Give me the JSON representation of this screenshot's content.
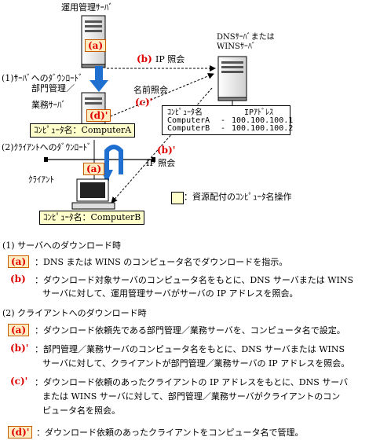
{
  "diagram": {
    "server_top": {
      "label": "運用管理ｻｰﾊﾞ",
      "tag": "(a)"
    },
    "dns_server": {
      "label": "DNSｻｰﾊﾞまたは\nWINSｻｰﾊﾞ"
    },
    "dept_server": {
      "label_line1": "部門管理／",
      "label_line2": "業務ｻｰﾊﾞ",
      "tag": "(d)'",
      "name_box": "ｺﾝﾋﾟｭｰﾀ名：ComputerA"
    },
    "client": {
      "label": "ｸﾗｲｱﾝﾄ",
      "tag": "(a)",
      "name_box": "ｺﾝﾋﾟｭｰﾀ名：ComputerB"
    },
    "step1": "(1)ｻｰﾊﾞへのﾀﾞｳﾝﾛｰﾄﾞ",
    "step2": "(2)ｸﾗｲｱﾝﾄへのﾀﾞｳﾝﾛｰﾄﾞ",
    "arrow_b": "(b)",
    "arrow_b_text": "IP 照会",
    "arrow_c_title": "名前照会",
    "arrow_c": "(c)'",
    "arrow_bp": "(b)'",
    "arrow_bp_text": "IP 照会",
    "table": {
      "header": [
        "ｺﾝﾋﾟｭｰﾀ名",
        "IPｱﾄﾞﾚｽ"
      ],
      "rows": [
        [
          "ComputerA",
          "-",
          "100.100.100.1"
        ],
        [
          "ComputerB",
          "-",
          "100.100.100.2"
        ]
      ]
    },
    "legend": "：資源配付のｺﾝﾋﾟｭｰﾀ名操作",
    "colors": {
      "tag_fill": "#ffecc0",
      "tag_text": "#e00000",
      "arrow_blue": "#1f6fd0",
      "legend_fill": "#ffffcc"
    }
  },
  "notes": {
    "section1_title": "(1) サーバへのダウンロード時",
    "section1": [
      {
        "key": "(a)",
        "boxed": true,
        "text": "：DNS または WINS のコンピュータ名でダウンロードを指示。"
      },
      {
        "key": "(b)",
        "boxed": false,
        "text": "：ダウンロード対象サーバのコンピュータ名をもとに、DNS サーバまたは WINS",
        "text2": "サーバに対して、運用管理サーバがサーバの IP アドレスを照会。"
      }
    ],
    "section2_title": "(2) クライアントへのダウンロード時",
    "section2": [
      {
        "key": "(a)",
        "boxed": true,
        "text": "：ダウンロード依頼先である部門管理／業務サーバを、コンピュータ名で設定。"
      },
      {
        "key": "(b)'",
        "boxed": false,
        "text": "：部門管理／業務サーバのコンピュータ名をもとに、DNS サーバまたは WINS",
        "text2": "サーバに対して、クライアントが部門管理／業務サーバの IP アドレスを照会。"
      },
      {
        "key": "(c)'",
        "boxed": false,
        "text": "：ダウンロード依頼のあったクライアントの IP アドレスをもとに、DNS サーバ",
        "text2": "または WINS サーバに対して、部門管理／業務サーバがクライアントのコン",
        "text3": "ピュータ名を照会。"
      },
      {
        "key": "(d)'",
        "boxed": true,
        "text": "：ダウンロード依頼のあったクライアントをコンピュータ名で管理。"
      }
    ]
  }
}
